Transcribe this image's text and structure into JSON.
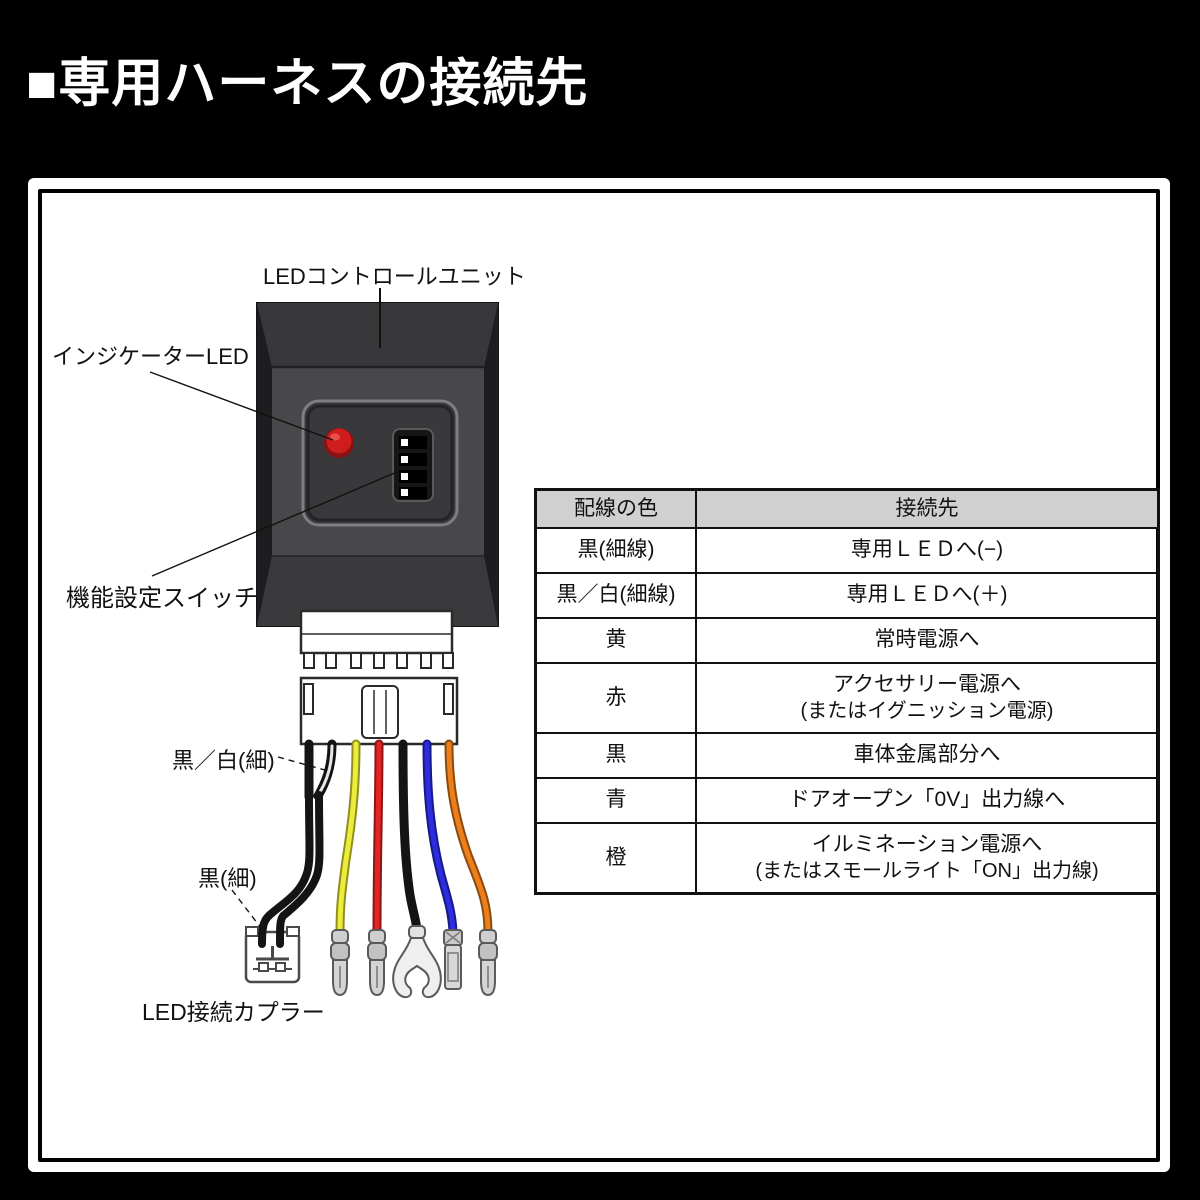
{
  "page": {
    "title": "■専用ハーネスの接続先"
  },
  "diagram": {
    "labels": {
      "control_unit": "LEDコントロールユニット",
      "indicator_led": "インジケーターLED",
      "function_switch": "機能設定スイッチ",
      "black_white_thin": "黒／白(細)",
      "black_thin": "黒(細)",
      "led_coupler": "LED接続カプラー"
    },
    "icons": {
      "indicator_led_color": "#cf1d1d",
      "dip_switch_positions": 4,
      "connector_pins": 7
    },
    "wire_colors": {
      "black": "#141414",
      "black_white": "#141414",
      "yellow": "#e8e232",
      "red": "#dd2222",
      "ground_black": "#141414",
      "blue": "#2626d6",
      "orange": "#e87c18"
    }
  },
  "table": {
    "headers": [
      "配線の色",
      "接続先"
    ],
    "rows": [
      {
        "color": "黒(細線)",
        "dest1": "専用ＬＥＤへ(−)",
        "dest2": ""
      },
      {
        "color": "黒／白(細線)",
        "dest1": "専用ＬＥＤへ(＋)",
        "dest2": ""
      },
      {
        "color": "黄",
        "dest1": "常時電源へ",
        "dest2": ""
      },
      {
        "color": "赤",
        "dest1": "アクセサリー電源へ",
        "dest2": "(またはイグニッション電源)"
      },
      {
        "color": "黒",
        "dest1": "車体金属部分へ",
        "dest2": ""
      },
      {
        "color": "青",
        "dest1": "ドアオープン「0V」出力線へ",
        "dest2": ""
      },
      {
        "color": "橙",
        "dest1": "イルミネーション電源へ",
        "dest2": "(またはスモールライト「ON」出力線)"
      }
    ]
  },
  "colors": {
    "page_bg": "#000000",
    "panel_bg": "#ffffff",
    "table_header_bg": "#d0d0d0",
    "unit_face": "#454548",
    "unit_bevel_top": "#333336",
    "unit_bevel_side": "#1d1d1f"
  }
}
